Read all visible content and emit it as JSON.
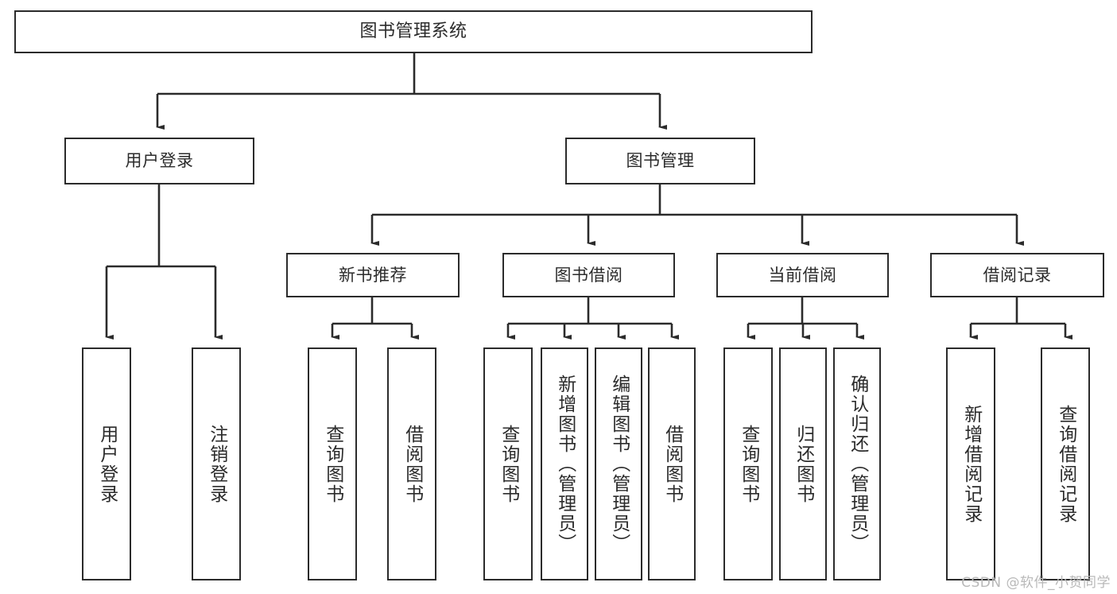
{
  "diagram": {
    "title": "图书管理系统",
    "type": "tree-hierarchy-chart",
    "colors": {
      "stroke": "#2b2b2b",
      "fill": "#ffffff",
      "background": "#ffffff",
      "watermark": "#b9b9b9"
    },
    "levels": {
      "root": {
        "label": "图书管理系统"
      },
      "level2": [
        {
          "id": "user-login",
          "label": "用户登录"
        },
        {
          "id": "book-management",
          "label": "图书管理"
        }
      ],
      "level3": [
        {
          "id": "new-book-recommend",
          "label": "新书推荐",
          "parent": "book-management"
        },
        {
          "id": "book-borrow",
          "label": "图书借阅",
          "parent": "book-management"
        },
        {
          "id": "current-borrow",
          "label": "当前借阅",
          "parent": "book-management"
        },
        {
          "id": "borrow-record",
          "label": "借阅记录",
          "parent": "book-management"
        }
      ],
      "leaves": [
        {
          "id": "leaf-user-login",
          "label": "用户登录",
          "parent": "user-login"
        },
        {
          "id": "leaf-logout",
          "label": "注销登录",
          "parent": "user-login"
        },
        {
          "id": "leaf-query-book-1",
          "label": "查询图书",
          "parent": "new-book-recommend"
        },
        {
          "id": "leaf-borrow-book-1",
          "label": "借阅图书",
          "parent": "new-book-recommend"
        },
        {
          "id": "leaf-query-book-2",
          "label": "查询图书",
          "parent": "book-borrow"
        },
        {
          "id": "leaf-add-book",
          "label": "新增图书（管理员）",
          "parent": "book-borrow"
        },
        {
          "id": "leaf-edit-book",
          "label": "编辑图书（管理员）",
          "parent": "book-borrow"
        },
        {
          "id": "leaf-borrow-book-2",
          "label": "借阅图书",
          "parent": "book-borrow"
        },
        {
          "id": "leaf-query-book-3",
          "label": "查询图书",
          "parent": "current-borrow"
        },
        {
          "id": "leaf-return-book",
          "label": "归还图书",
          "parent": "current-borrow"
        },
        {
          "id": "leaf-confirm-return",
          "label": "确认归还（管理员）",
          "parent": "current-borrow"
        },
        {
          "id": "leaf-add-record",
          "label": "新增借阅记录",
          "parent": "borrow-record"
        },
        {
          "id": "leaf-query-record",
          "label": "查询借阅记录",
          "parent": "borrow-record"
        }
      ]
    }
  },
  "watermark": {
    "text": "CSDN @软件_小贺同学"
  }
}
